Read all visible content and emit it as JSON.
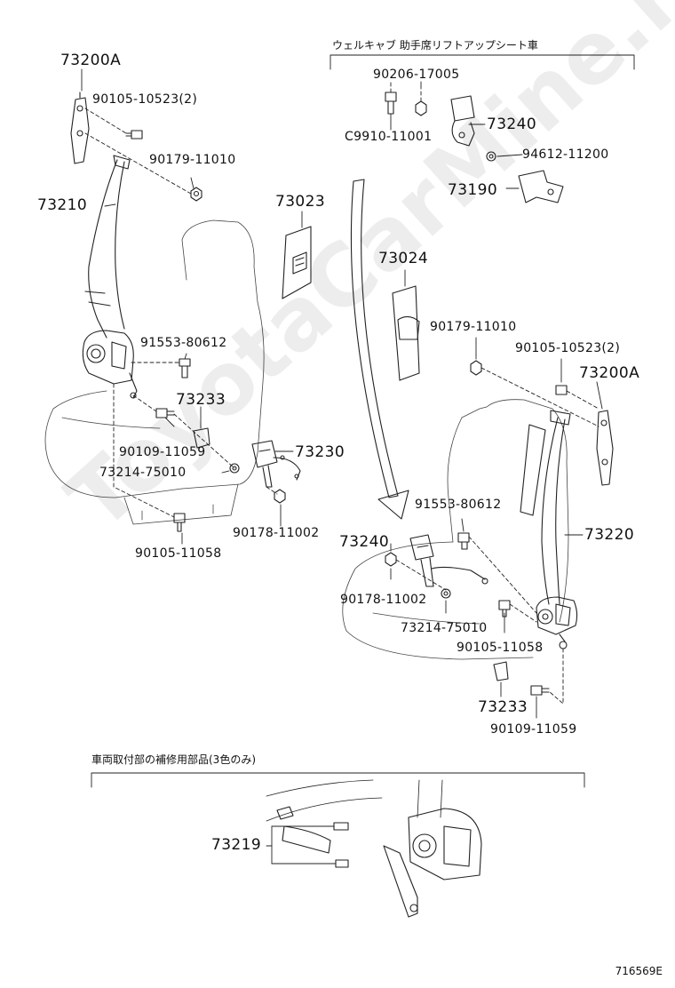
{
  "notes": {
    "welcab": "ウェルキャブ 助手席リフトアップシート車",
    "repair": "車両取付部の補修用部品(3色のみ)"
  },
  "figure_number": "716569E",
  "watermark": "ToyotaCarMine.ru",
  "left": {
    "p73200A": "73200A",
    "p90105_10523": "90105-10523(2)",
    "p90179_11010": "90179-11010",
    "p73210": "73210",
    "p73023": "73023",
    "p91553_80612": "91553-80612",
    "p73233": "73233",
    "p90109_11059": "90109-11059",
    "p73214_75010": "73214-75010",
    "p73230": "73230",
    "p90178_11002": "90178-11002",
    "p90105_11058": "90105-11058"
  },
  "right": {
    "p90206_17005": "90206-17005",
    "pC9910_11001": "C9910-11001",
    "p73240_top": "73240",
    "p94612_11200": "94612-11200",
    "p73190": "73190",
    "p73024": "73024",
    "p90179_11010": "90179-11010",
    "p90105_10523": "90105-10523(2)",
    "p73200A": "73200A",
    "p91553_80612": "91553-80612",
    "p73220": "73220",
    "p73240": "73240",
    "p90178_11002": "90178-11002",
    "p73214_75010": "73214-75010",
    "p90105_11058": "90105-11058",
    "p73233": "73233",
    "p90109_11059": "90109-11059"
  },
  "bottom": {
    "p73219": "73219"
  }
}
